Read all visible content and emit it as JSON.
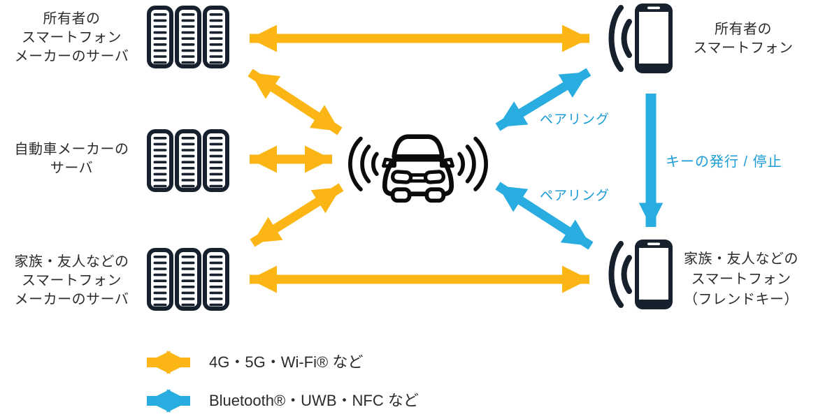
{
  "colors": {
    "yellow": "#FBB616",
    "blue": "#29ACDF",
    "navy": "#17212E",
    "black": "#0B0B0B",
    "text": "#2B2B2B",
    "blue_text": "#1B9CD6",
    "bg": "#FFFFFF"
  },
  "nodes": {
    "owner_phone_maker_server": {
      "label": "所有者の\nスマートフォン\nメーカーのサーバ",
      "icon": "server-icon"
    },
    "car_maker_server": {
      "label": "自動車メーカーの\nサーバ",
      "icon": "server-icon"
    },
    "friend_phone_maker_server": {
      "label": "家族・友人などの\nスマートフォン\nメーカーのサーバ",
      "icon": "server-icon"
    },
    "car": {
      "label": "",
      "icon": "car-wireless-icon"
    },
    "owner_phone": {
      "label": "所有者の\nスマートフォン",
      "icon": "smartphone-wireless-icon"
    },
    "friend_phone": {
      "label": "家族・友人などの\nスマートフォン\n（フレンドキー）",
      "icon": "smartphone-wireless-icon"
    }
  },
  "edges": {
    "pairing_top": {
      "label": "ペアリング",
      "type": "short_range"
    },
    "pairing_bottom": {
      "label": "ペアリング",
      "type": "short_range"
    },
    "key_issue_stop": {
      "label": "キーの発行 / 停止",
      "type": "short_range"
    }
  },
  "legend": {
    "items": [
      {
        "name": "cellular",
        "color": "yellow",
        "label": "4G・5G・Wi-Fi® など"
      },
      {
        "name": "short_range",
        "color": "blue",
        "label": "Bluetooth®・UWB・NFC など"
      }
    ]
  }
}
